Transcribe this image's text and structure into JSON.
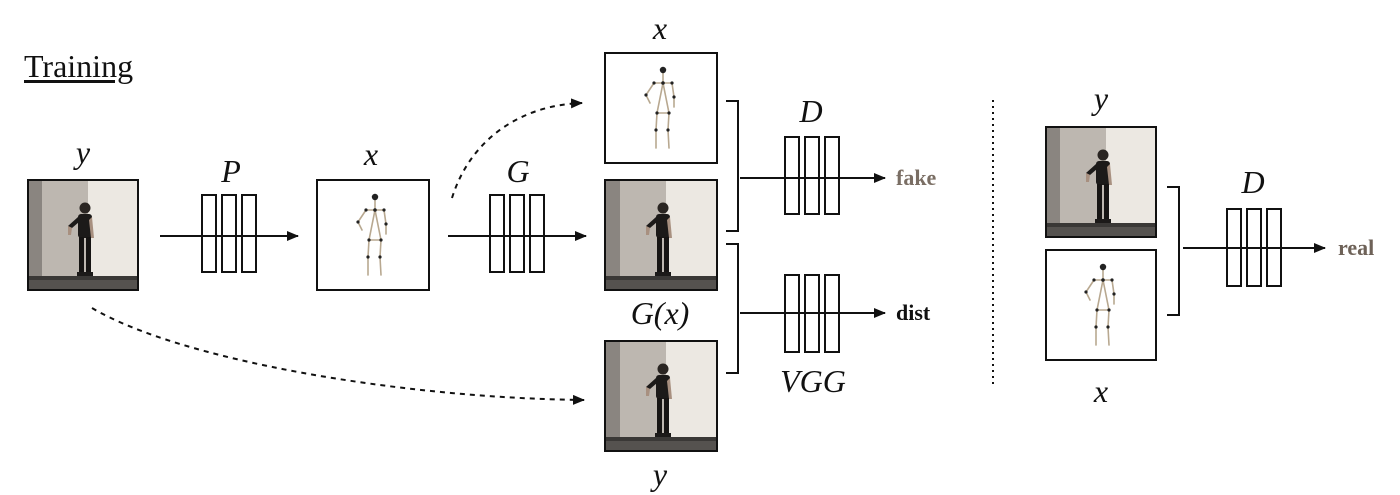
{
  "title": "Training",
  "labels": {
    "y_input": "y",
    "x_pose": "x",
    "x_top": "x",
    "g_of_x": "G(x)",
    "y_bottom": "y",
    "y_right": "y",
    "x_right": "x",
    "vgg": "VGG"
  },
  "networks": {
    "p": "P",
    "g": "G",
    "d_train": "D",
    "d_real": "D"
  },
  "outputs": {
    "fake": "fake",
    "dist": "dist",
    "real": "real"
  },
  "colors": {
    "fake": "#7a6e64",
    "dist": "#111111",
    "real": "#6e6258",
    "photo_wall_left": "#4a4a4a",
    "photo_wall_right": "#cfcac4",
    "skeleton": "#b8a890"
  }
}
